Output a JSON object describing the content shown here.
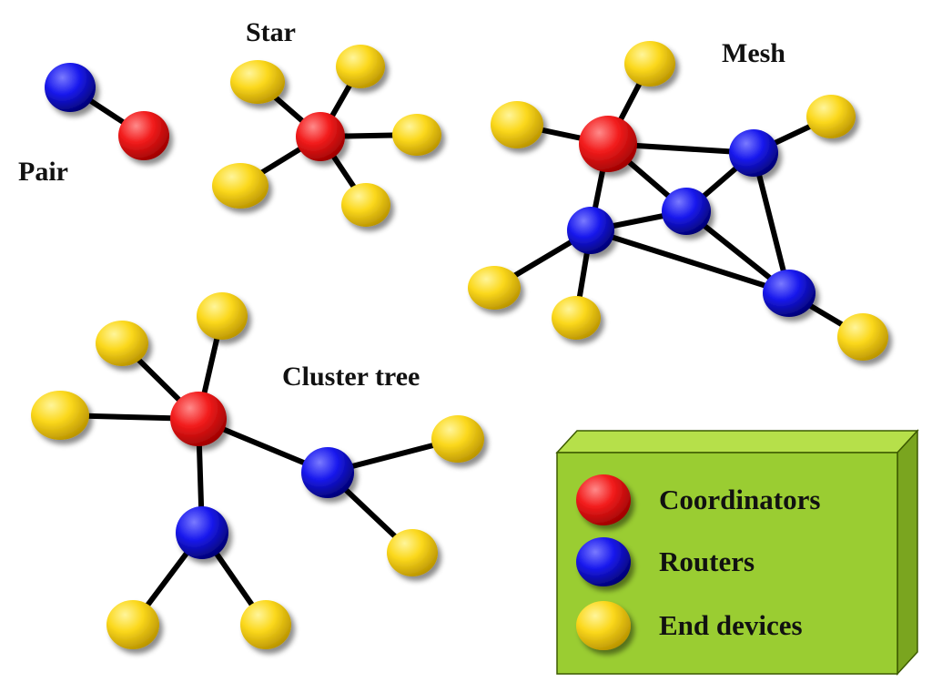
{
  "labels": {
    "pair": "Pair",
    "star": "Star",
    "mesh": "Mesh",
    "cluster_tree": "Cluster tree"
  },
  "legend": {
    "coordinators": "Coordinators",
    "routers": "Routers",
    "end_devices": "End devices"
  },
  "colors": {
    "coordinator": "#e81717",
    "router": "#1414e0",
    "end_device": "#f7d51a",
    "legend_box": "#9acd32",
    "edge": "#000000"
  }
}
